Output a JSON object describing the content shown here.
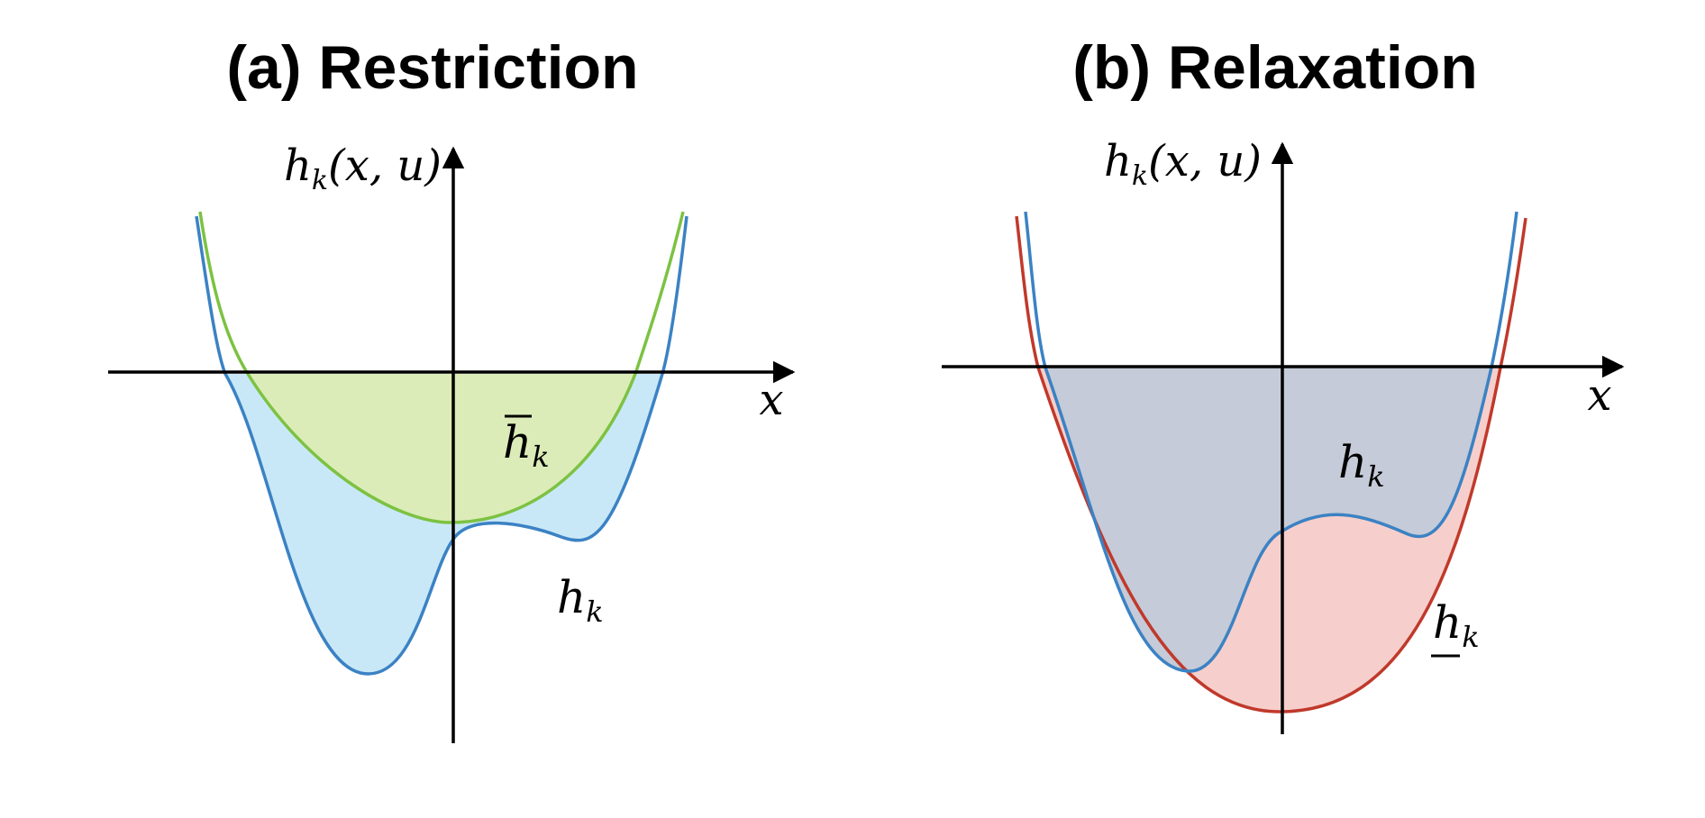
{
  "colors": {
    "axis": "#000000",
    "h_k_curve": "#3b82c4",
    "h_k_fill": "#c9e8f7",
    "h_bar_curve": "#7cc242",
    "h_bar_fill": "#dcecb8",
    "h_under_curve": "#c0392b",
    "h_under_fill": "#f6cfcc",
    "overlap_fill": "#c5cbd8"
  },
  "panel_a": {
    "title": "(a) Restriction",
    "y_axis_label": {
      "fn": "h",
      "sub": "k",
      "args": "(x, u)"
    },
    "x_axis_label": "x",
    "upper_label": {
      "base": "h",
      "sub": "k",
      "decoration": "overline"
    },
    "lower_label": {
      "base": "h",
      "sub": "k"
    }
  },
  "panel_b": {
    "title": "(b) Relaxation",
    "y_axis_label": {
      "fn": "h",
      "sub": "k",
      "args": "(x, u)"
    },
    "x_axis_label": "x",
    "upper_label": {
      "base": "h",
      "sub": "k"
    },
    "lower_label": {
      "base": "h",
      "sub": "k",
      "decoration": "underline"
    }
  }
}
